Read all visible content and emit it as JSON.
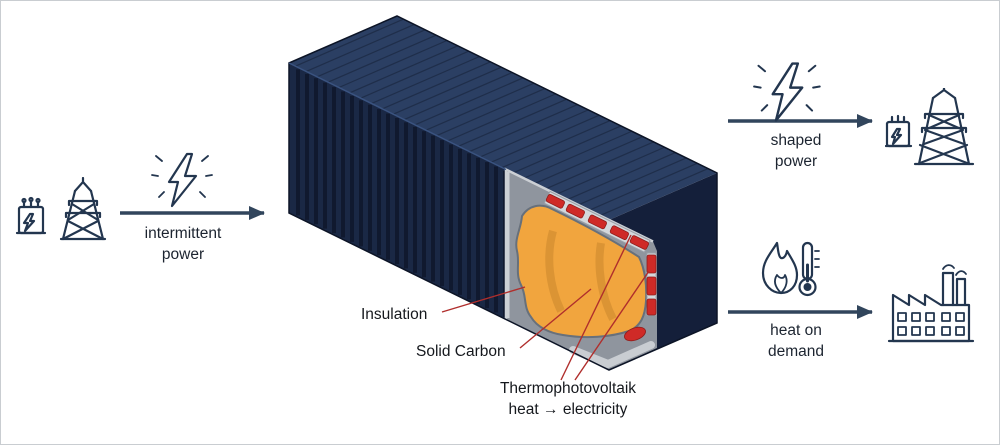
{
  "flows": {
    "intermittent_power": {
      "line1": "intermittent",
      "line2": "power"
    },
    "shaped_power": {
      "line1": "shaped",
      "line2": "power"
    },
    "heat_on_demand": {
      "line1": "heat on",
      "line2": "demand"
    }
  },
  "callouts": {
    "insulation": "Insulation",
    "solid_carbon": "Solid Carbon",
    "tpv_line1": "Thermophotovoltaik",
    "tpv_line2": "heat → electricity"
  },
  "icons": {
    "left_grid": "power-grid-with-transformer",
    "intermittent_bolt": "lightning-burst",
    "shaped_bolt": "lightning-burst",
    "right_grid": "power-grid-with-transformer",
    "heat": "flame-with-thermometer",
    "factory": "factory-with-chimneys"
  },
  "colors": {
    "container_top": "#2b3f63",
    "container_side": "#1a2845",
    "container_end": "#141f3a",
    "insulation_gray": "#8f959e",
    "carbon_orange": "#f1a53e",
    "tpv_red": "#cf2a27",
    "frame_gray": "#c9cdd2",
    "arrow": "#31455c",
    "leader_line": "#b02e2c",
    "icon_stroke": "#23364f"
  }
}
